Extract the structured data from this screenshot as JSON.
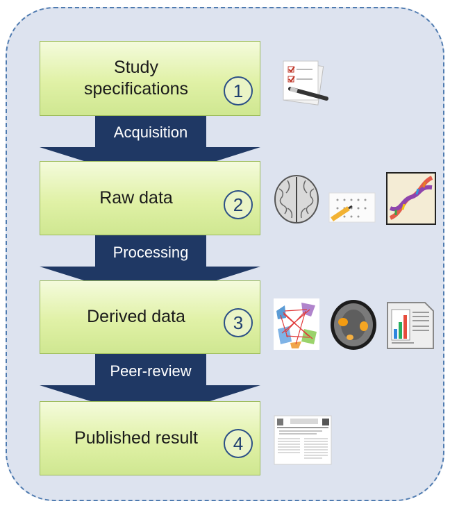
{
  "stages": [
    {
      "label": "Study specifications",
      "label_line1": "Study",
      "label_line2": "specifications",
      "number": "1"
    },
    {
      "label": "Raw data",
      "number": "2"
    },
    {
      "label": "Derived data",
      "number": "3"
    },
    {
      "label": "Published result",
      "number": "4"
    }
  ],
  "transitions": [
    "Acquisition",
    "Processing",
    "Peer-review"
  ],
  "colors": {
    "panel_fill": "#dde3ef",
    "panel_border": "#4f7bb0",
    "stage_fill": "#e0f1a6",
    "stage_border": "#9bbb59",
    "arrow_fill": "#1f3864",
    "number_circle": "#2b4f86"
  },
  "icons": {
    "stage1": [
      "checklist-pen-icon"
    ],
    "stage2": [
      "brain-scan-icon",
      "questionnaire-pencil-icon",
      "dna-helix-icon"
    ],
    "stage3": [
      "connectivity-graph-icon",
      "fmri-activation-icon",
      "bar-chart-document-icon"
    ],
    "stage4": [
      "journal-article-icon"
    ]
  }
}
